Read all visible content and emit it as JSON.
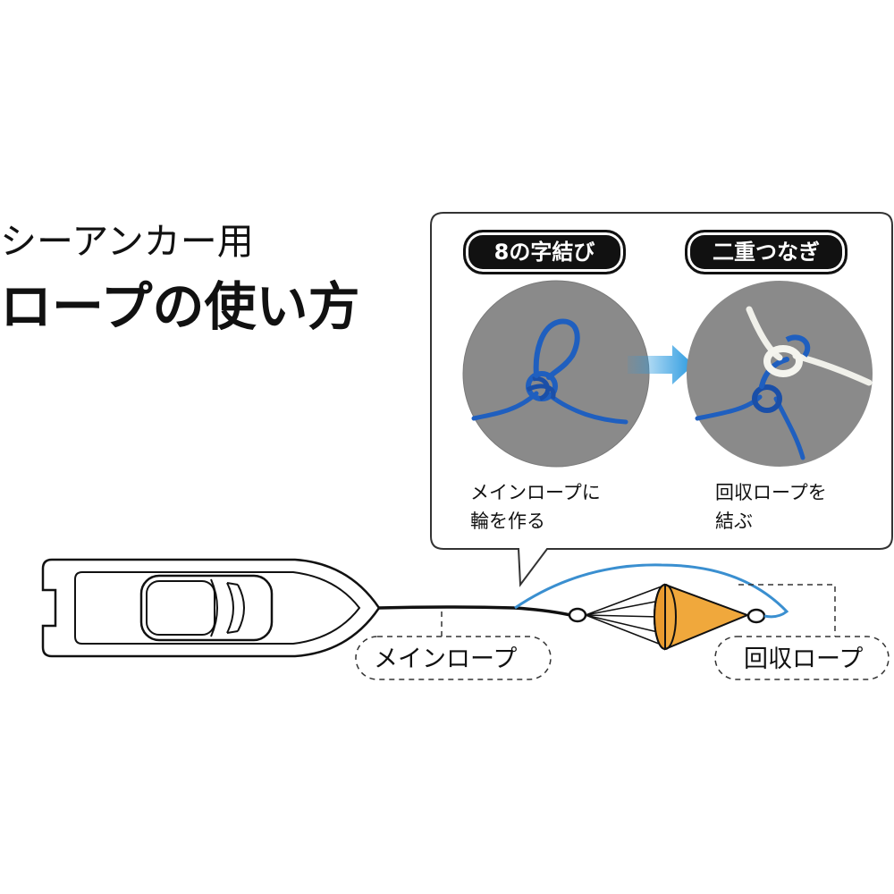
{
  "title": {
    "line1": "シーアンカー用",
    "line2": "ロープの使い方"
  },
  "steps": [
    {
      "badge": "8の字結び",
      "caption_line1": "メインロープに",
      "caption_line2": "輪を作る"
    },
    {
      "badge": "二重つなぎ",
      "caption_line1": "回収ロープを",
      "caption_line2": "結ぶ"
    }
  ],
  "labels": {
    "main_rope": "メインロープ",
    "retrieval_rope": "回収ロープ"
  },
  "colors": {
    "main_rope": "#1f5fbf",
    "retrieval_rope_knot": "#f0f0ea",
    "retrieval_line": "#3a8fd0",
    "sea_anchor": "#f0a83c",
    "arrow": "#2a9ae0",
    "photo_bg": "#8a8a8a"
  }
}
